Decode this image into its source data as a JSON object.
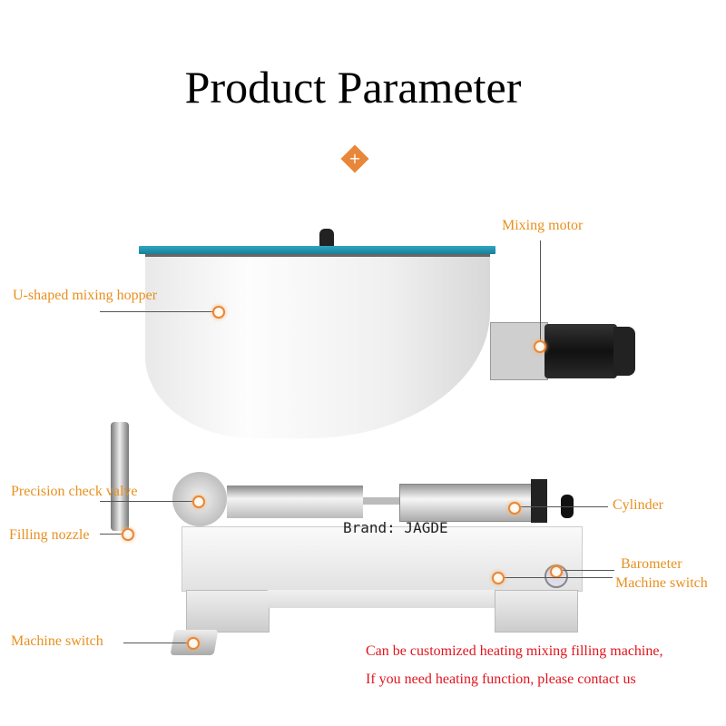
{
  "header": {
    "title": "Product Parameter",
    "divider_icon": "plus-diamond-icon",
    "accent_color": "#e8873a"
  },
  "labels": {
    "mixing_motor": "Mixing motor",
    "hopper": "U-shaped mixing hopper",
    "check_valve": "Precision check valve",
    "filling_nozzle": "Filling nozzle",
    "cylinder": "Cylinder",
    "barometer": "Barometer",
    "machine_switch_panel": "Machine switch",
    "machine_switch_pedal": "Machine switch",
    "label_color": "#e8901e"
  },
  "watermark": {
    "brand": "Brand: JAGDE"
  },
  "notes": {
    "line1": "Can be customized heating mixing filling machine,",
    "line2": "If you need heating function, please contact us",
    "color": "#e0141e"
  }
}
